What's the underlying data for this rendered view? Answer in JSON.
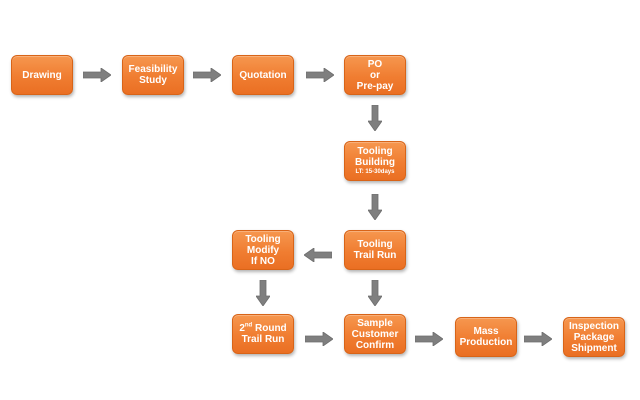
{
  "flow": {
    "drawing": "Drawing",
    "feasibility": [
      "Feasibility",
      "Study"
    ],
    "quotation": "Quotation",
    "po": [
      "PO",
      "or",
      "Pre-pay"
    ],
    "tooling_building": [
      "Tooling",
      "Building",
      "LT: 15-30days"
    ],
    "tooling_trail": [
      "Tooling",
      "Trail Run"
    ],
    "tooling_modify": [
      "Tooling",
      "Modify",
      "If NO"
    ],
    "second_round": {
      "num": "2",
      "sup": "nd",
      "rest": " Round",
      "line2": "Trail Run"
    },
    "sample_confirm": [
      "Sample",
      "Customer",
      "Confirm"
    ],
    "mass_production": [
      "Mass",
      "Production"
    ],
    "inspection": [
      "Inspection",
      "Package",
      "Shipment"
    ]
  },
  "colors": {
    "node_fill": "#f07d31",
    "node_text": "#ffffff",
    "arrow_fill": "#7f7f7f"
  }
}
